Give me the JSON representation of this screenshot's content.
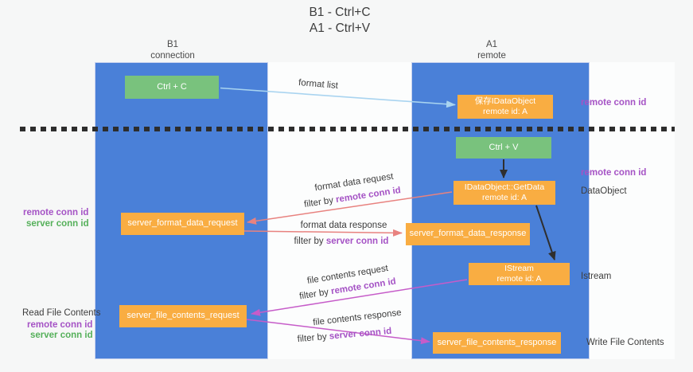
{
  "title": {
    "line1": "B1 - Ctrl+C",
    "line2": "A1 - Ctrl+V"
  },
  "lanes": {
    "left": {
      "name": "B1",
      "role": "connection"
    },
    "right": {
      "name": "A1",
      "role": "remote"
    }
  },
  "nodes": {
    "ctrl_c": {
      "label": "Ctrl + C"
    },
    "ctrl_v": {
      "label": "Ctrl + V"
    },
    "save_dataobject": {
      "line1": "保存IDataObject",
      "line2": "remote id: A"
    },
    "getdata": {
      "line1": "IDataObject::GetData",
      "line2": "remote id: A"
    },
    "istream": {
      "line1": "IStream",
      "line2": "remote id: A"
    },
    "server_format_data_request": {
      "label": "server_format_data_request"
    },
    "server_format_data_response": {
      "label": "server_format_data_response"
    },
    "server_file_contents_request": {
      "label": "server_file_contents_request"
    },
    "server_file_contents_response": {
      "label": "server_file_contents_response"
    }
  },
  "arrows": {
    "format_list": {
      "label": "format list"
    },
    "format_data_request": {
      "label": "format data request",
      "filter_prefix": "filter by ",
      "filter_key": "remote conn id"
    },
    "format_data_response": {
      "label": "format data response",
      "filter_prefix": "filter by ",
      "filter_key": "server conn id"
    },
    "file_contents_request": {
      "label": "file contents request",
      "filter_prefix": "filter by ",
      "filter_key": "remote conn id"
    },
    "file_contents_response": {
      "label": "file contents response",
      "filter_prefix": "filter by ",
      "filter_key": "server conn id"
    }
  },
  "side_labels": {
    "right_remote_conn_id_top": "remote conn id",
    "right_remote_conn_id_mid": "remote conn id",
    "right_dataobject": "DataObject",
    "right_istream": "Istream",
    "right_write_file_contents": "Write File Contents",
    "left_remote_conn_id_top": "remote conn id",
    "left_server_conn_id_top": "server conn id",
    "left_read_file_contents": "Read File Contents",
    "left_remote_conn_id_bottom": "remote conn id",
    "left_server_conn_id_bottom": "server conn id"
  },
  "colors": {
    "lane_blue": "#4a80d8",
    "box_green": "#79c27d",
    "box_orange": "#f9ad42",
    "arrow_salmon": "#e8827f",
    "arrow_magenta": "#c65cc9",
    "arrow_lightblue": "#a9d4f0",
    "arrow_black": "#2f2f2f",
    "text_purple": "#a553c5",
    "text_green": "#55b05a"
  }
}
